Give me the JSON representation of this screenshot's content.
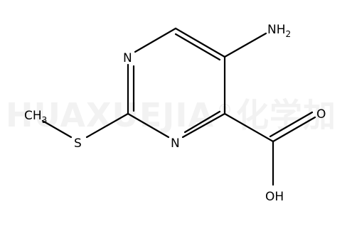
{
  "watermark": {
    "latin": "HUAXUEJIA",
    "reg": "®",
    "cjk": "化学加"
  },
  "atoms": {
    "n_top": "N",
    "n_bottom": "N",
    "s": "S",
    "nh2_main": "NH",
    "nh2_sub": "2",
    "ch3_main": "CH",
    "ch3_sub": "3",
    "o_double": "O",
    "oh": "OH"
  }
}
